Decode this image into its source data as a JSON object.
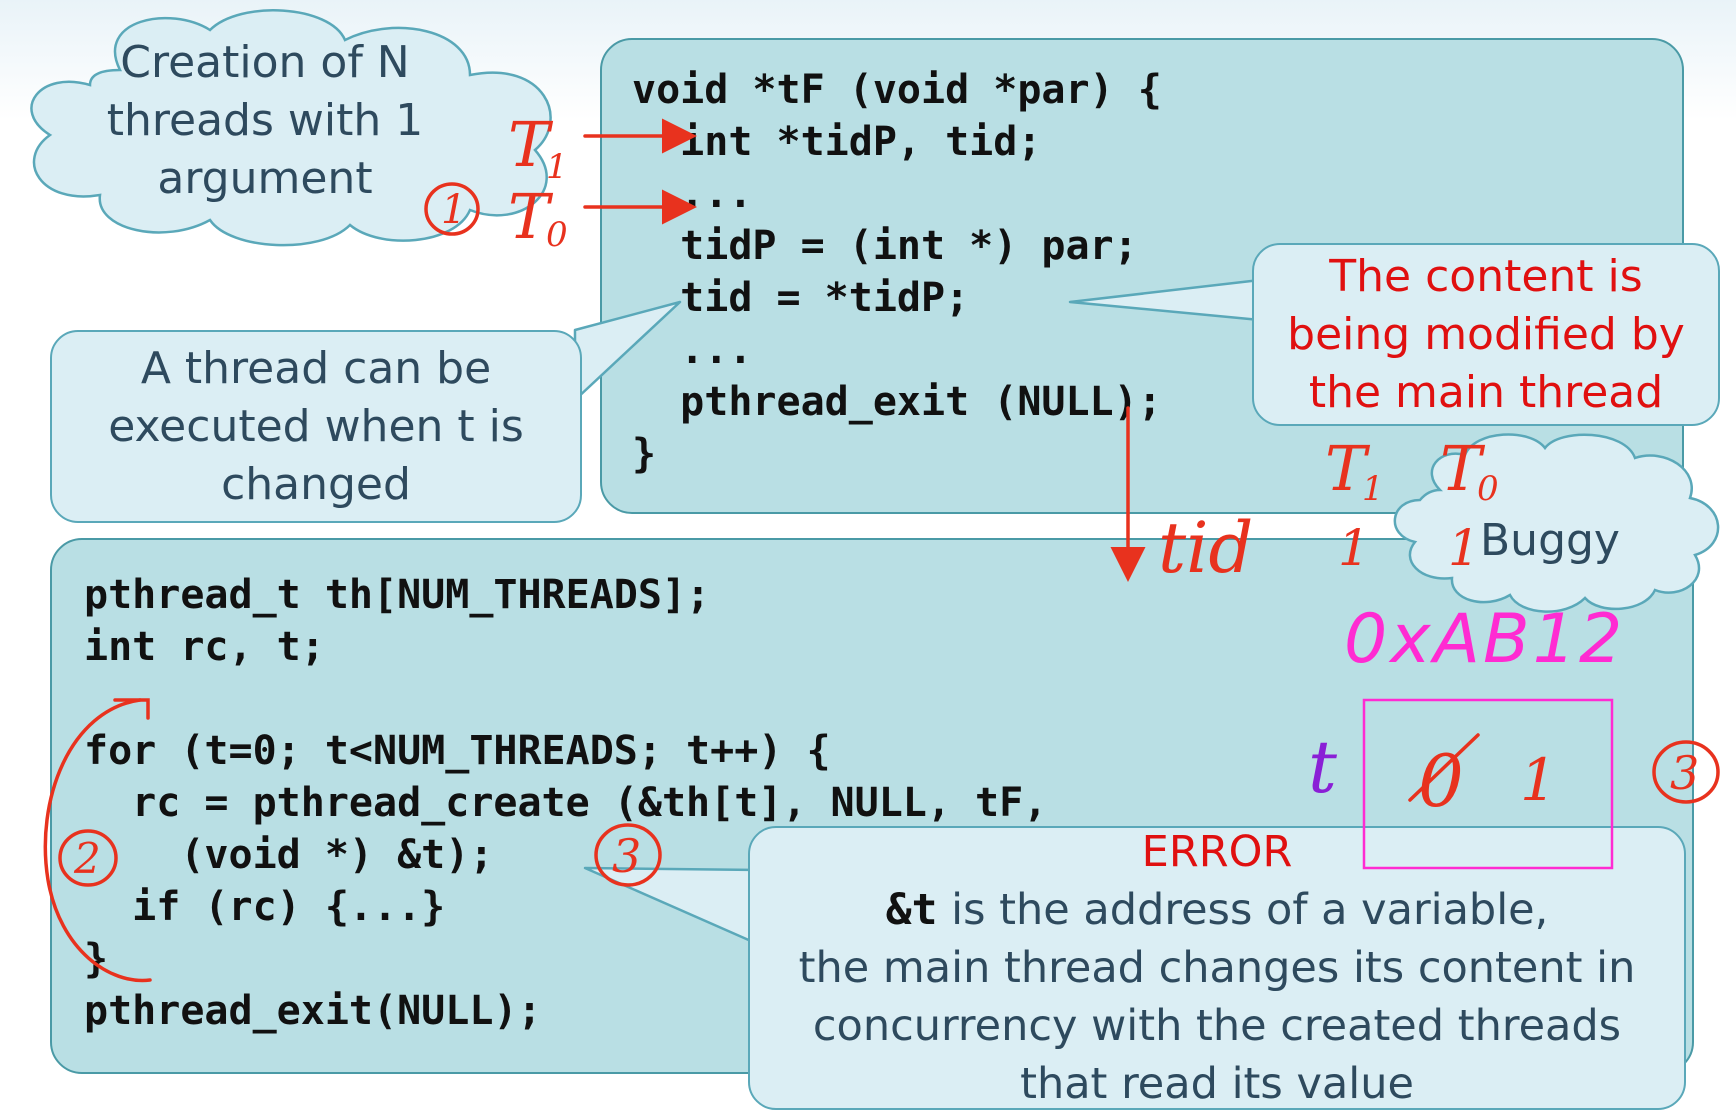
{
  "top_code": {
    "lines": [
      "void *tF (void *par) {",
      "  int *tidP, tid;",
      "  ...",
      "  tidP = (int *) par;",
      "  tid = *tidP;",
      "  ...",
      "  pthread_exit (NULL);",
      "}"
    ]
  },
  "bottom_code": {
    "lines": [
      "pthread_t th[NUM_THREADS];",
      "int rc, t;",
      "",
      "for (t=0; t<NUM_THREADS; t++) {",
      "  rc = pthread_create (&th[t], NULL, tF,",
      "    (void *) &t);",
      "  if (rc) {...}",
      "}",
      "pthread_exit(NULL);"
    ]
  },
  "cloud_creation": {
    "lines": [
      "Creation of N",
      "threads with 1",
      "argument"
    ]
  },
  "callout_thread": {
    "lines": [
      "A thread can be",
      "executed when t is",
      "changed"
    ]
  },
  "callout_content": {
    "lines": [
      "The content is",
      "being modified by",
      "the main thread"
    ]
  },
  "cloud_buggy": {
    "label": "Buggy"
  },
  "callout_error": {
    "title": "ERROR",
    "code_token": "&t",
    "line1_rest": " is the address of a variable,",
    "lines": [
      "the main thread changes its content in",
      "concurrency with the created threads",
      "that read its value"
    ]
  },
  "annotations": {
    "T1_top": "T",
    "T1_sub": "1",
    "T0_top": "T",
    "T0_sub": "0",
    "circle_1": "1",
    "circle_2": "2",
    "circle_3_code": "3",
    "circle_3_right": "3",
    "tid_label": "tid",
    "T1_mid": "T",
    "T1_mid_sub": "1",
    "T0_mid": "T",
    "T0_mid_sub": "0",
    "val_1a": "1",
    "val_1b": "1",
    "address": "0xAB12",
    "t_label": "t",
    "box_struck": "0",
    "box_value": "1"
  },
  "colors": {
    "annotation_red": "#e8321e",
    "annotation_magenta": "#ff2bd2",
    "annotation_purple": "#8a1fd6",
    "code_bg": "#b9dfe4",
    "callout_bg": "#dbeef4",
    "callout_text": "#2e4a5e"
  }
}
